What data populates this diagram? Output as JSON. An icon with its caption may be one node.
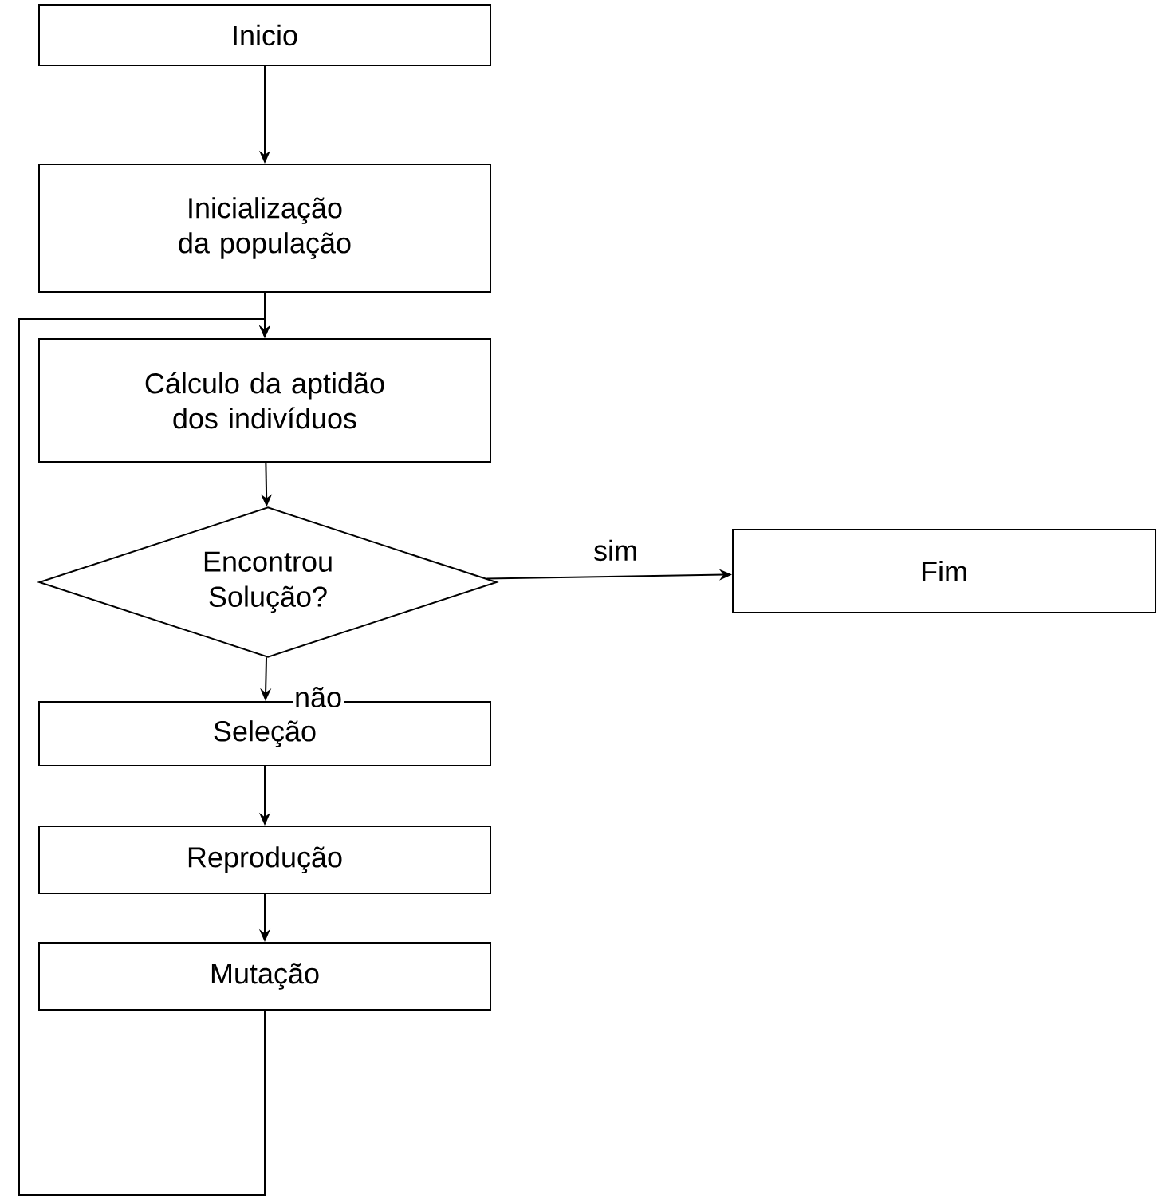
{
  "diagram": {
    "nodes": [
      {
        "text": [
          "Inicio"
        ]
      },
      {
        "text": [
          "Inicialização da população"
        ]
      },
      {
        "text": [
          "Cálculo da aptidão dos indivíduos"
        ]
      },
      {
        "text": [
          "Encontrou Solução?"
        ]
      },
      {
        "text": [
          "Fim"
        ]
      },
      {
        "text": [
          "Seleção"
        ]
      },
      {
        "text": [
          "Reprodução"
        ]
      },
      {
        "text": [
          "Mutação"
        ]
      }
    ],
    "edges": [
      {
        "from": 0,
        "to": 1,
        "arrow": "to"
      },
      {
        "from": 1,
        "to": 2,
        "arrow": "to"
      },
      {
        "from": 2,
        "to": 3,
        "arrow": "to"
      },
      {
        "from": 3,
        "to": 4,
        "arrow": "to",
        "label": "sim"
      },
      {
        "from": 3,
        "to": 5,
        "arrow": "to",
        "label": "não"
      },
      {
        "from": 5,
        "to": 6,
        "arrow": "to"
      },
      {
        "from": 6,
        "to": 7,
        "arrow": "to"
      },
      {
        "from": 7,
        "to": 2,
        "arrow": "to"
      }
    ]
  }
}
